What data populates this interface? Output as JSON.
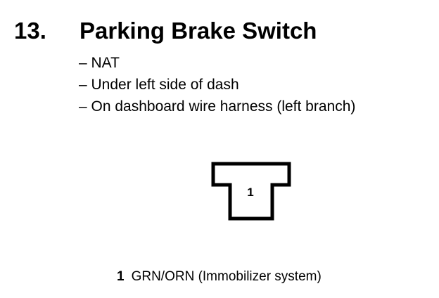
{
  "heading": {
    "number": "13.",
    "title": "Parking Brake Switch"
  },
  "details": [
    "– NAT",
    "– Under left side of dash",
    "– On dashboard wire harness (left branch)"
  ],
  "connector": {
    "terminals": [
      {
        "pin": "1",
        "wire": "GRN/ORN (Immobilizer system)"
      }
    ]
  }
}
